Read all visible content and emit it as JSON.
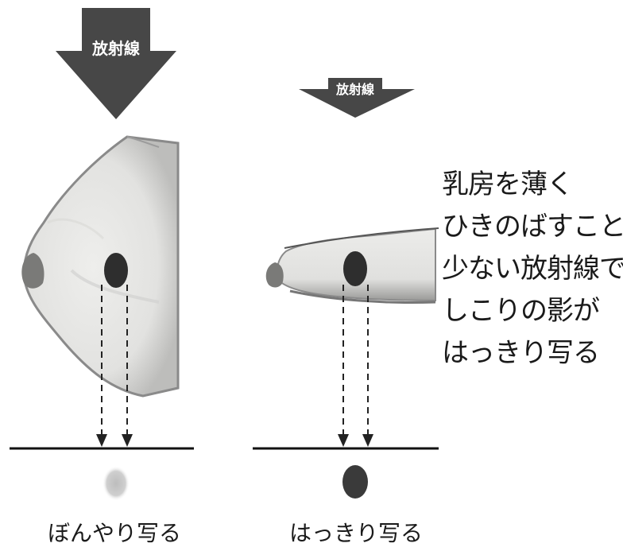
{
  "arrows": {
    "left_label": "放射線",
    "right_label": "放射線"
  },
  "explanation": {
    "lines": [
      "乳房を薄く",
      "ひきのばすことで",
      "少ない放射線で",
      "しこりの影が",
      "はっきり写る"
    ]
  },
  "captions": {
    "left": "ぼんやり写る",
    "right": "はっきり写る"
  },
  "colors": {
    "arrow": "#474747",
    "breast": "#e8e8e6",
    "breast_edge": "#7a7a7a",
    "tumor": "#2e2e2e",
    "shadow_blurry": "#c7c7c7",
    "shadow_sharp": "#3a3a3a"
  }
}
